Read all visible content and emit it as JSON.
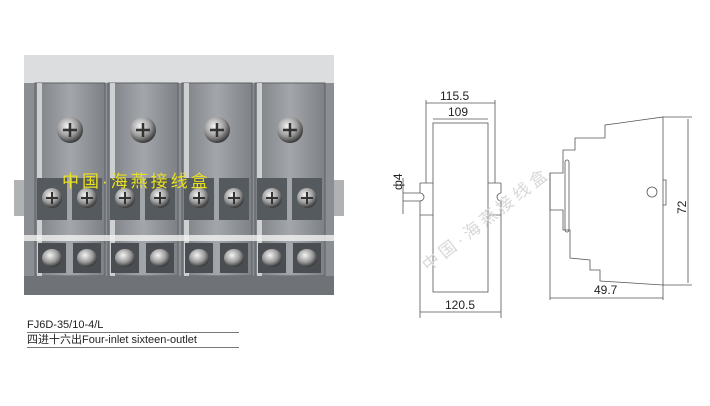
{
  "product": {
    "model": "FJ6D-35/10-4/L",
    "description": "四进十六出Four-inlet sixteen-outlet",
    "watermark": "中国·海燕接线盒"
  },
  "drawing": {
    "front_view": {
      "top_outer_width": "115.5",
      "top_inner_width": "109",
      "hole_diameter": "ф4",
      "bottom_width": "120.5"
    },
    "side_view": {
      "depth": "49.7",
      "height": "72"
    }
  },
  "colors": {
    "body": "#8f9296",
    "watermark_photo": "#e8e020",
    "watermark_drawing": "#d8d8d8",
    "line": "#555555"
  }
}
